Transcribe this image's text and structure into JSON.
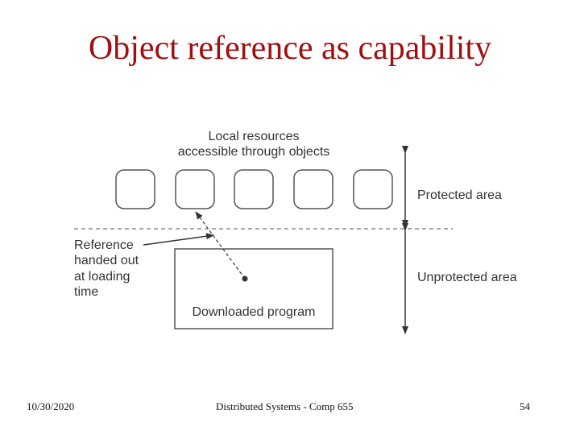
{
  "slide": {
    "title": "Object reference as capability"
  },
  "diagram": {
    "resources_label_line1": "Local resources",
    "resources_label_line2": "accessible through objects",
    "resource_object_count": 5,
    "protected_label": "Protected area",
    "unprotected_label": "Unprotected area",
    "reference_label_line1": "Reference",
    "reference_label_line2": "handed out",
    "reference_label_line3": "at loading",
    "reference_label_line4": "time",
    "program_label": "Downloaded program"
  },
  "footer": {
    "date": "10/30/2020",
    "course": "Distributed Systems - Comp 655",
    "page_number": "54"
  }
}
